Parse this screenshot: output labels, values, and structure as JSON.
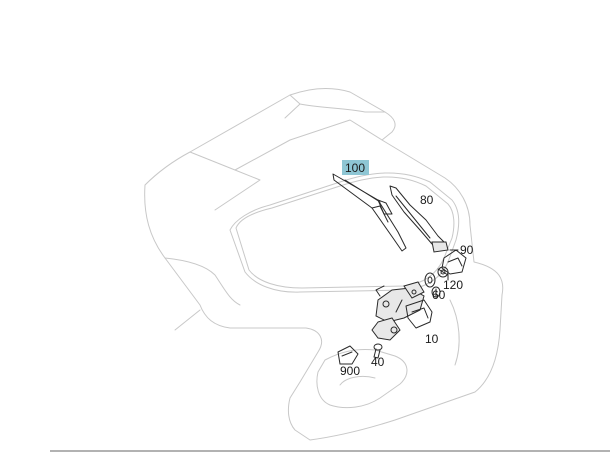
{
  "diagram": {
    "highlight_color": "#8ec6d4",
    "callouts": [
      {
        "id": "100",
        "text": "100"
      },
      {
        "id": "80",
        "text": "80"
      },
      {
        "id": "90",
        "text": "90"
      },
      {
        "id": "120",
        "text": "120"
      },
      {
        "id": "60",
        "text": "60"
      },
      {
        "id": "10",
        "text": "10"
      },
      {
        "id": "40",
        "text": "40"
      },
      {
        "id": "900",
        "text": "900"
      }
    ]
  }
}
